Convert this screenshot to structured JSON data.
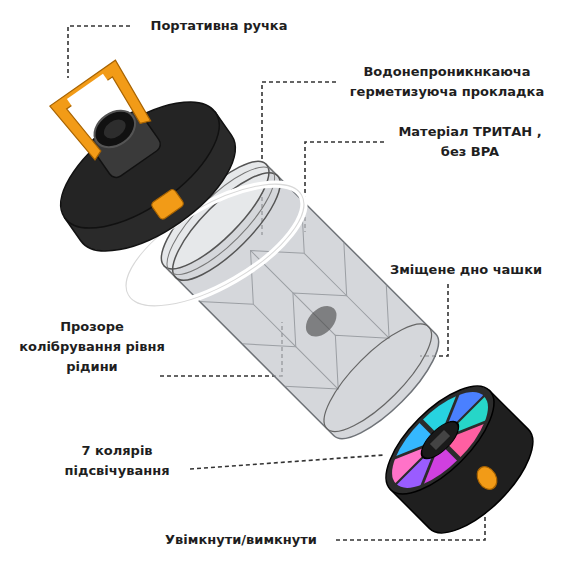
{
  "diagram": {
    "labels": [
      "Портативна ручка",
      "Водонепроникнкаюча герметизуюча прокладка",
      "Матеріал ТРИТАН , без BPA",
      "Зміщене дно чашки",
      "Прозоре колібрування рівня рідини",
      "7 колярів підсвічування",
      "Увімкнути/вимкнути"
    ]
  }
}
